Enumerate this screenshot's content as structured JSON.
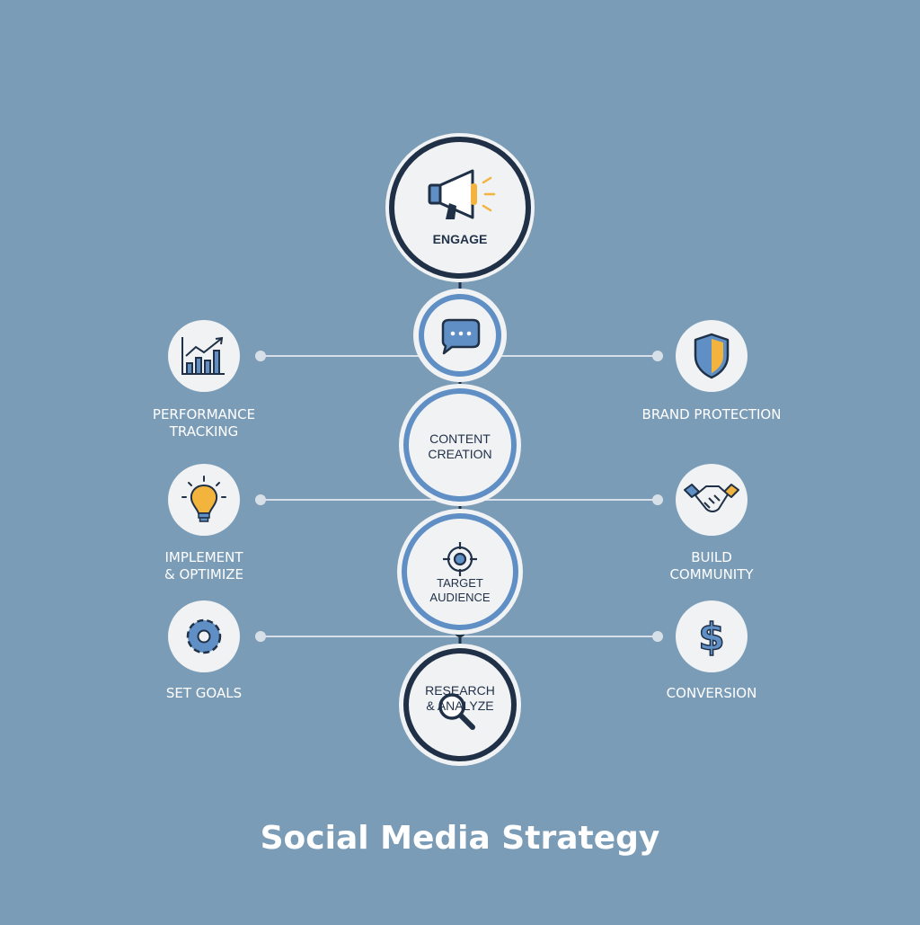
{
  "title": "Social Media Strategy",
  "center_nodes": {
    "engage": "ENGAGE",
    "content_creation": "CONTENT\nCREATION",
    "target_audience": "TARGET\nAUDIENCE",
    "research_analyze": "RESEARCH\n& ANALYZE"
  },
  "side_nodes": {
    "performance_tracking": "PERFORMANCE\nTRACKING",
    "implement_optimize": "IMPLEMENT\n& OPTIMIZE",
    "set_goals": "SET GOALS",
    "brand_protection": "BRAND PROTECTION",
    "build_community": "BUILD\nCOMMUNITY",
    "conversion": "CONVERSION"
  },
  "icons": {
    "engage": "megaphone-icon",
    "chat": "chat-bubble-icon",
    "target": "target-icon",
    "research": "magnifier-icon",
    "performance": "bar-chart-icon",
    "implement": "lightbulb-icon",
    "goals": "gear-icon",
    "brand": "shield-icon",
    "community": "handshake-icon",
    "conversion": "dollar-icon"
  },
  "colors": {
    "background": "#7b9cb6",
    "node_fill": "#f1f2f3",
    "dark_ring": "#1f3047",
    "blue_ring": "#5f8fc4",
    "accent": "#f2b43c",
    "connector": "#d7e0e8"
  }
}
